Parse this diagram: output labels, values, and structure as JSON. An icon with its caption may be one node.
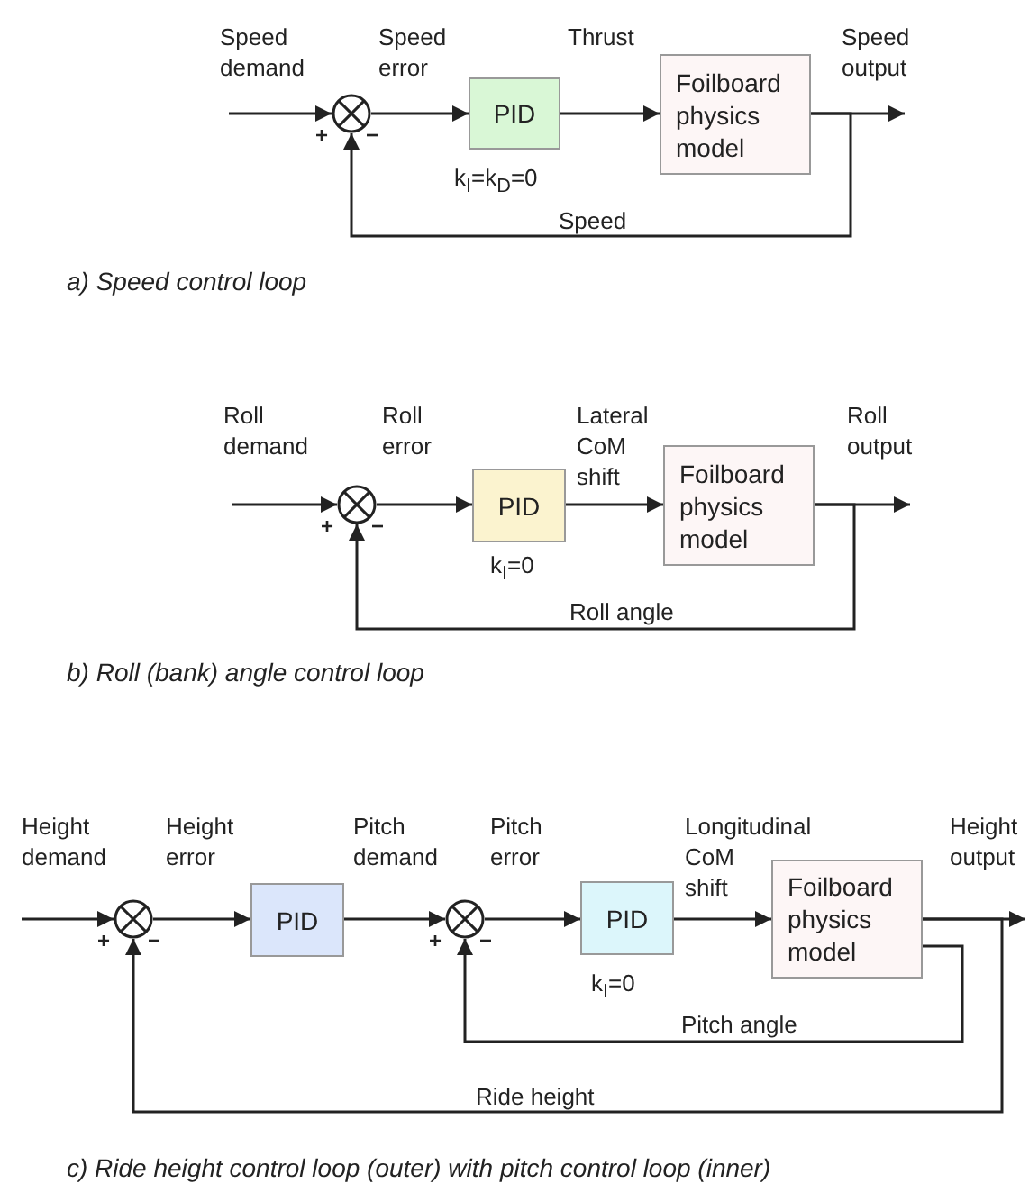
{
  "diagram": {
    "nodes": [
      {
        "text": [],
        "shape": "circle"
      },
      {
        "text": [
          "PID"
        ],
        "beside": [
          "k$_{I}$=k$_{D}$=0"
        ]
      },
      {
        "text": [
          "Foilboard physics model"
        ]
      },
      {
        "text": [],
        "shape": "circle"
      },
      {
        "text": [
          "PID"
        ],
        "beside": [
          "k$_{I}$=0"
        ]
      },
      {
        "text": [
          "Foilboard physics model"
        ]
      },
      {
        "text": [],
        "shape": "circle"
      },
      {
        "text": [
          "PID"
        ]
      },
      {
        "text": [],
        "shape": "circle"
      },
      {
        "text": [
          "PID"
        ],
        "beside": [
          "k$_{I}$=0"
        ]
      },
      {
        "text": [
          "Foilboard physics model"
        ]
      }
    ],
    "edges": [
      {
        "from": null,
        "to": 0,
        "arrow": "to",
        "label": "Speed demand"
      },
      {
        "from": 0,
        "to": 1,
        "arrow": "to",
        "label": "Speed error"
      },
      {
        "from": 1,
        "to": 2,
        "arrow": "to",
        "label": "Thrust"
      },
      {
        "from": 2,
        "to": null,
        "arrow": "to",
        "label": "Speed output"
      },
      {
        "from": 2,
        "to": 0,
        "arrow": "to",
        "label": "Speed"
      },
      {
        "from": null,
        "to": 3,
        "arrow": "to",
        "label": "Roll demand"
      },
      {
        "from": 3,
        "to": 4,
        "arrow": "to",
        "label": "Roll error"
      },
      {
        "from": 4,
        "to": 5,
        "arrow": "to",
        "label": "Lateral CoM shift"
      },
      {
        "from": 5,
        "to": null,
        "arrow": "to",
        "label": "Roll output"
      },
      {
        "from": 5,
        "to": 3,
        "arrow": "to",
        "label": "Roll angle"
      },
      {
        "from": null,
        "to": 6,
        "arrow": "to",
        "label": "Height demand"
      },
      {
        "from": 6,
        "to": 7,
        "arrow": "to",
        "label": "Height error"
      },
      {
        "from": 7,
        "to": 8,
        "arrow": "to",
        "label": "Pitch demand"
      },
      {
        "from": 8,
        "to": 9,
        "arrow": "to",
        "label": "Pitch error"
      },
      {
        "from": 9,
        "to": 10,
        "arrow": "to",
        "label": "Longitudinal CoM shift"
      },
      {
        "from": 10,
        "to": null,
        "arrow": "to",
        "label": "Height output"
      },
      {
        "from": 10,
        "to": 8,
        "arrow": "to",
        "label": "Pitch angle"
      },
      {
        "from": 10,
        "to": 6,
        "arrow": "to",
        "label": "Ride height"
      }
    ],
    "labels": [
      "+",
      "−",
      "a) Speed control loop",
      "+",
      "−",
      "b) Roll (bank) angle control loop",
      "+",
      "−",
      "+",
      "−",
      "c) Ride height control loop (outer) with pitch control loop (inner)"
    ]
  }
}
